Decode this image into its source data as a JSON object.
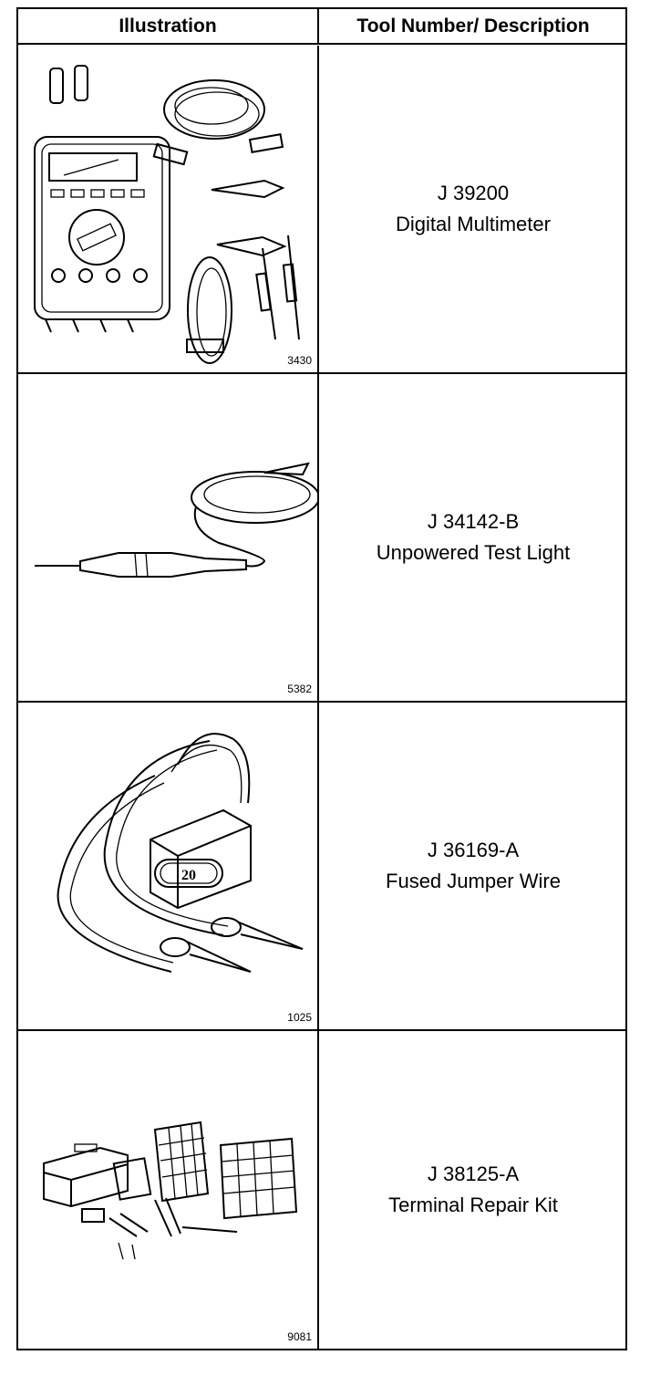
{
  "header": {
    "illustration": "Illustration",
    "tool": "Tool Number/ Description"
  },
  "rows": [
    {
      "number": "J 39200",
      "description": "Digital Multimeter",
      "figure": "3430",
      "icon": "digital-multimeter-illustration"
    },
    {
      "number": "J 34142-B",
      "description": "Unpowered Test Light",
      "figure": "5382",
      "icon": "test-light-illustration"
    },
    {
      "number": "J 36169-A",
      "description": "Fused Jumper Wire",
      "figure": "1025",
      "fuse_label": "20",
      "icon": "fused-jumper-wire-illustration"
    },
    {
      "number": "J 38125-A",
      "description": "Terminal Repair Kit",
      "figure": "9081",
      "icon": "terminal-repair-kit-illustration"
    }
  ]
}
